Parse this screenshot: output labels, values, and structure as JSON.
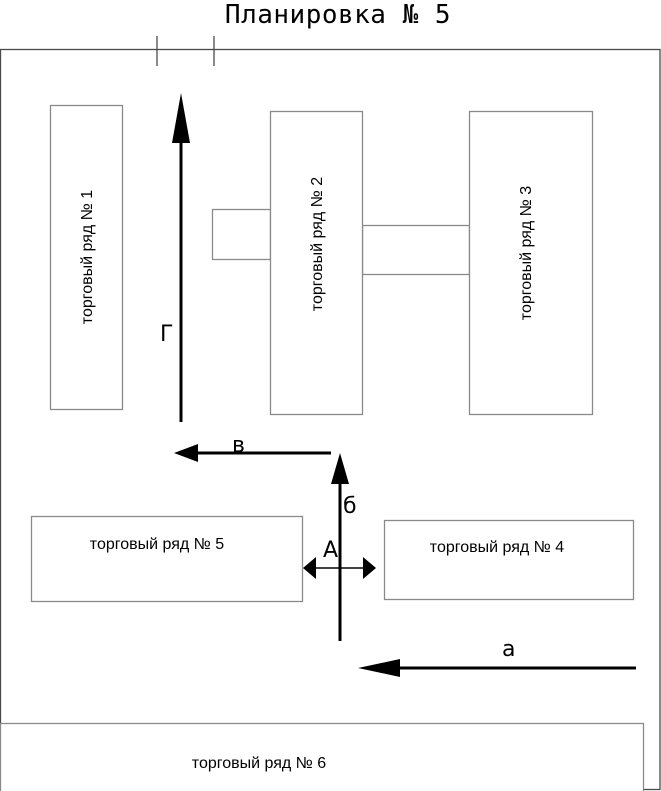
{
  "title": "Планировка № 5",
  "rows": [
    {
      "id": 1,
      "label": "торговый ряд № 1",
      "orientation": "vertical"
    },
    {
      "id": 2,
      "label": "торговый ряд № 2",
      "orientation": "vertical"
    },
    {
      "id": 3,
      "label": "торговый ряд № 3",
      "orientation": "vertical"
    },
    {
      "id": 4,
      "label": "торговый ряд № 4",
      "orientation": "horizontal"
    },
    {
      "id": 5,
      "label": "торговый ряд № 5",
      "orientation": "horizontal"
    },
    {
      "id": 6,
      "label": "торговый ряд № 6",
      "orientation": "horizontal"
    }
  ],
  "routes": {
    "a": {
      "label": "а",
      "direction": "left"
    },
    "b": {
      "label": "б",
      "direction": "up"
    },
    "v": {
      "label": "в",
      "direction": "left"
    },
    "g": {
      "label": "Г",
      "direction": "up"
    }
  },
  "passage": {
    "label": "А",
    "direction": "both-horizontal"
  },
  "entrance": {
    "type": "gap-marker"
  }
}
